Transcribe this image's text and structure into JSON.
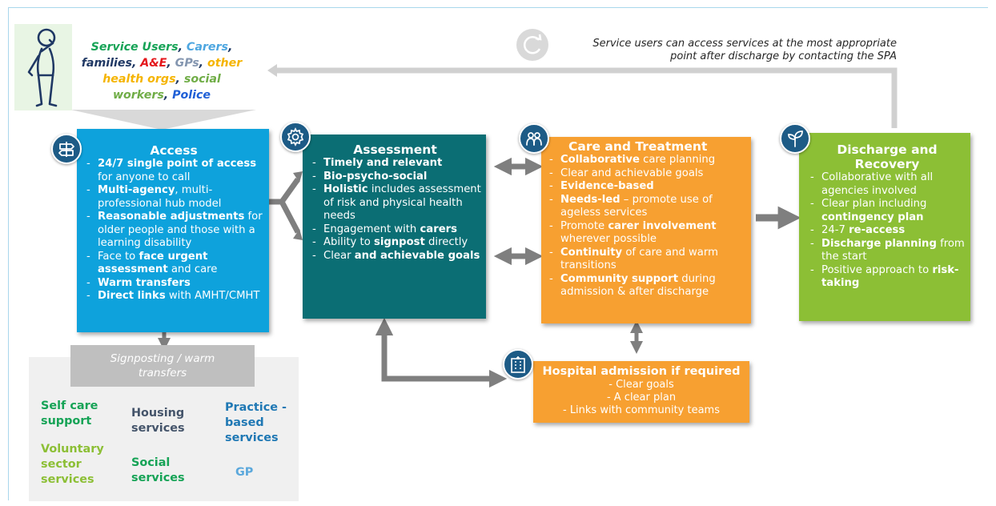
{
  "stakeholders": {
    "line1": [
      {
        "text": "Service Users",
        "color": "#16a356"
      },
      {
        "text": ", ",
        "color": "#1f3864"
      },
      {
        "text": "Carers",
        "color": "#4da6e0"
      },
      {
        "text": ",",
        "color": "#1f3864"
      }
    ],
    "line2": [
      {
        "text": "families",
        "color": "#1f3864"
      },
      {
        "text": ", ",
        "color": "#1f3864"
      },
      {
        "text": "A&E",
        "color": "#e4161b"
      },
      {
        "text": ", ",
        "color": "#1f3864"
      },
      {
        "text": "GPs",
        "color": "#8496b0"
      },
      {
        "text": ", ",
        "color": "#1f3864"
      },
      {
        "text": "other",
        "color": "#f5b400"
      }
    ],
    "line3": [
      {
        "text": "health orgs",
        "color": "#f5b400"
      },
      {
        "text": ", ",
        "color": "#1f3864"
      },
      {
        "text": "social",
        "color": "#70ad47"
      }
    ],
    "line4": [
      {
        "text": "workers",
        "color": "#70ad47"
      },
      {
        "text": ", ",
        "color": "#1f3864"
      },
      {
        "text": "Police",
        "color": "#1f5fd6"
      }
    ]
  },
  "reaccess_note": {
    "line1": "Service users can access services at the most appropriate",
    "line2": "point after discharge by contacting the SPA"
  },
  "access": {
    "title": "Access",
    "items": [
      [
        {
          "t": "24/7 single point of access",
          "b": true
        },
        {
          "t": " for anyone to call"
        }
      ],
      [
        {
          "t": "Multi-agency",
          "b": true
        },
        {
          "t": ", multi-professional hub model"
        }
      ],
      [
        {
          "t": "Reasonable adjustments",
          "b": true
        },
        {
          "t": " for older people and those with a learning disability"
        }
      ],
      [
        {
          "t": "Face to "
        },
        {
          "t": "face urgent assessment",
          "b": true
        },
        {
          "t": " and care"
        }
      ],
      [
        {
          "t": "Warm transfers",
          "b": true
        }
      ],
      [
        {
          "t": "Direct links",
          "b": true
        },
        {
          "t": " with AMHT/CMHT"
        }
      ]
    ]
  },
  "assessment": {
    "title": "Assessment",
    "items": [
      [
        {
          "t": "Timely and relevant",
          "b": true
        }
      ],
      [
        {
          "t": "Bio-psycho-social",
          "b": true
        }
      ],
      [
        {
          "t": "Holistic",
          "b": true
        },
        {
          "t": " includes assessment of risk and physical health needs"
        }
      ],
      [
        {
          "t": "Engagement with "
        },
        {
          "t": "carers",
          "b": true
        }
      ],
      [
        {
          "t": "Ability to "
        },
        {
          "t": "signpost",
          "b": true
        },
        {
          "t": " directly"
        }
      ],
      [
        {
          "t": "Clear "
        },
        {
          "t": "and achievable goals",
          "b": true
        }
      ]
    ]
  },
  "care": {
    "title": "Care and Treatment",
    "items": [
      [
        {
          "t": "Collaborative",
          "b": true
        },
        {
          "t": " care planning"
        }
      ],
      [
        {
          "t": "Clear and achievable goals"
        }
      ],
      [
        {
          "t": "Evidence-based",
          "b": true
        }
      ],
      [
        {
          "t": "Needs-led",
          "b": true
        },
        {
          "t": " – promote use of ageless services"
        }
      ],
      [
        {
          "t": "Promote "
        },
        {
          "t": "carer involvement",
          "b": true
        },
        {
          "t": " wherever possible"
        }
      ],
      [
        {
          "t": "Continuity",
          "b": true
        },
        {
          "t": " of care and warm transitions"
        }
      ],
      [
        {
          "t": "Community support",
          "b": true
        },
        {
          "t": " during admission & after discharge"
        }
      ]
    ]
  },
  "discharge": {
    "title_line1": "Discharge and",
    "title_line2": "Recovery",
    "items": [
      [
        {
          "t": "Collaborative with all agencies involved"
        }
      ],
      [
        {
          "t": "Clear plan including "
        },
        {
          "t": "contingency plan",
          "b": true
        }
      ],
      [
        {
          "t": "24-7 "
        },
        {
          "t": "re-access",
          "b": true
        }
      ],
      [
        {
          "t": "Discharge planning",
          "b": true
        },
        {
          "t": " from the start"
        }
      ],
      [
        {
          "t": "Positive approach to "
        },
        {
          "t": "risk-taking",
          "b": true
        }
      ]
    ]
  },
  "hospital": {
    "title": "Hospital admission if required",
    "item1": "Clear goals",
    "item2": "A clear plan",
    "item3": "Links with community teams"
  },
  "signposting": {
    "line1": "Signposting / warm",
    "line2": "transfers"
  },
  "outcomes": {
    "self_care": "Self care support",
    "housing": "Housing services",
    "practice": "Practice - based services",
    "voluntary": "Voluntary sector services",
    "social": "Social services",
    "gp": "GP"
  },
  "colors": {
    "access": "#0ea2dc",
    "assessment": "#0b6e74",
    "care": "#f7a031",
    "discharge": "#8cbf35",
    "badge": "#1d5b86",
    "arrow": "#7f7f7f",
    "outcome_panel": "#f0f0f0",
    "signposting_box": "#bfbfbf"
  },
  "icons": [
    "person-thinking-icon",
    "signpost-icon",
    "gear-icon",
    "people-icon",
    "plant-icon",
    "hospital-icon",
    "refresh-icon"
  ]
}
